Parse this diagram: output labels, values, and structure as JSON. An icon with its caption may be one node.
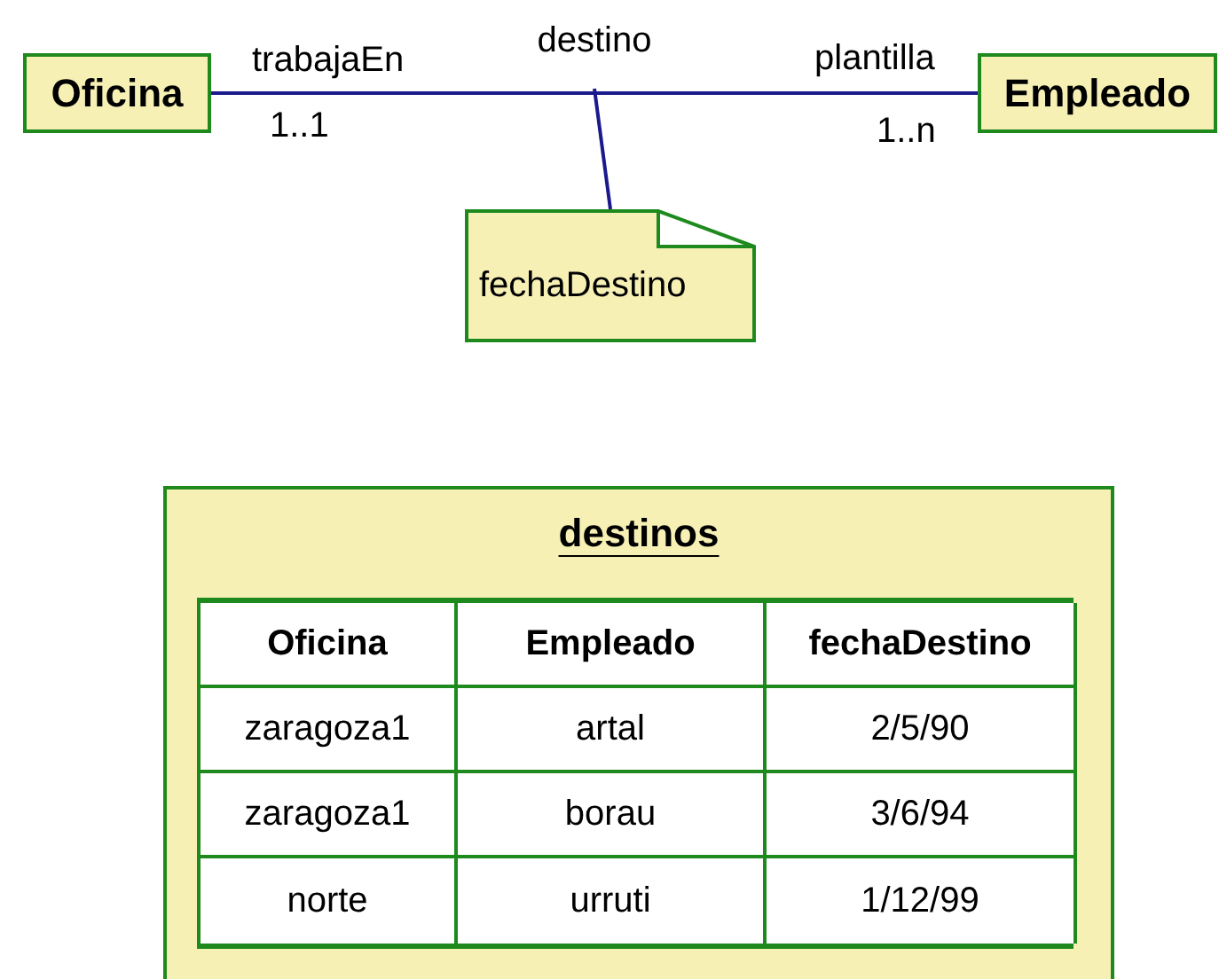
{
  "diagram": {
    "nodes": [
      {
        "text": [
          "Oficina"
        ]
      },
      {
        "text": [
          "Empleado"
        ]
      },
      {
        "text": [
          "fechaDestino"
        ]
      },
      {
        "text": [
          "destinos"
        ]
      }
    ],
    "edges": [
      {
        "from": 0,
        "to": 1,
        "arrow": "none",
        "label": "destino"
      },
      {
        "from": 2,
        "to": null,
        "arrow": "none"
      }
    ],
    "labels": [
      "trabajaEn",
      "plantilla",
      "1..1",
      "1..n",
      "Oficina",
      "Empleado",
      "fechaDestino",
      "zaragoza1",
      "artal",
      "2/5/90",
      "zaragoza1",
      "borau",
      "3/6/94",
      "norte",
      "urruti",
      "1/12/99"
    ]
  }
}
